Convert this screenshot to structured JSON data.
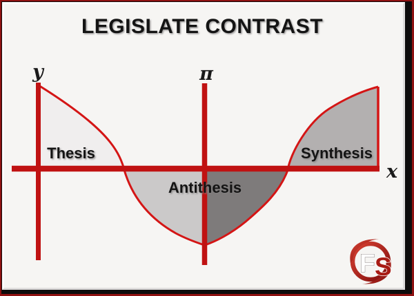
{
  "title": "LEGISLATE CONTRAST",
  "axes": {
    "y_label": "y",
    "pi_label": "π",
    "x_label": "x"
  },
  "regions": {
    "thesis": {
      "label": "Thesis",
      "fill": "#f0eeee"
    },
    "antithesis": {
      "label": "Antithesis",
      "fill_left": "#cbc9c9",
      "fill_right": "#7e7b7b"
    },
    "synthesis": {
      "label": "Synthesis",
      "fill": "#b3b0b0"
    }
  },
  "colors": {
    "axis_red": "#c01212",
    "curve_red": "#d41515",
    "frame_red": "#8e1111",
    "frame_shadow": "#0d0c0c",
    "panel_background": "#f6f5f3",
    "text": "#141414"
  },
  "logo": {
    "f": "F",
    "s": "S"
  }
}
